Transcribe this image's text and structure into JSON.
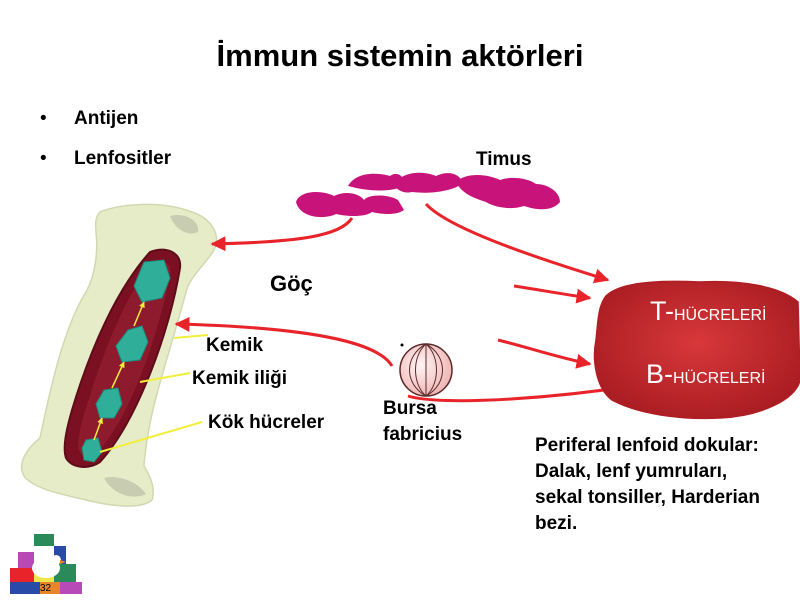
{
  "slide": {
    "title": "İmmun sistemin aktörleri",
    "bullets": [
      {
        "text": "Antijen"
      },
      {
        "text": "Lenfositler"
      }
    ]
  },
  "diagram": {
    "timus_label": "Timus",
    "goc_label": "Göç",
    "bone_labels": [
      "Kemik",
      "Kemik iliği",
      "Kök hücreler"
    ],
    "bursa_label": [
      "Bursa",
      "fabricius"
    ],
    "t_cells": {
      "prefix": "T-",
      "suffix": "HÜCRELERİ"
    },
    "b_cells": {
      "prefix": "B-",
      "suffix": "HÜCRELERİ"
    },
    "peripheral_lines": [
      "Periferal lenfoid dokular:",
      "Dalak, lenf yumruları,",
      "sekal tonsiller, Harderian",
      "bezi."
    ],
    "logo_text": "32"
  },
  "colors": {
    "arrow": "#e8242a",
    "thymus": "#c8147a",
    "lymph_tissue": "#c8262a",
    "bone": "#e6ecc8",
    "marrow": "#7a1022",
    "stem_cell": "#2fae9a"
  }
}
